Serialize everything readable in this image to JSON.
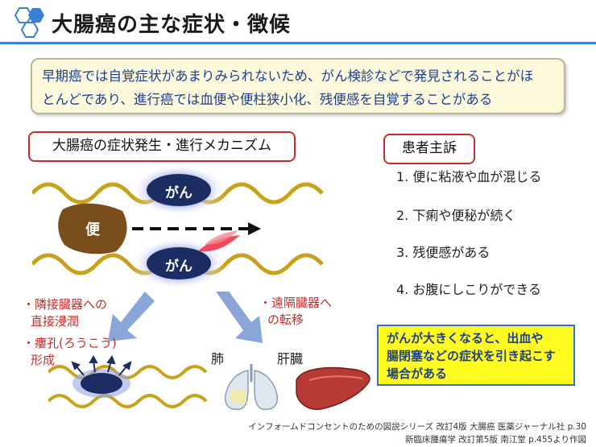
{
  "title": "大腸癌の主な症状・徴候",
  "summary": {
    "line1": "早期癌では自覚症状があまりみられないため、がん検診などで発見されることがほ",
    "line2": "とんどであり、進行癌では血便や便柱狭小化、残便感を自覚することがある"
  },
  "mechanism": {
    "heading": "大腸癌の症状発生・進行メカニズム",
    "cancer_label": "がん",
    "stool_label": "便",
    "invasion_1": "・隣接臓器への",
    "invasion_2": "直接浸潤",
    "fistula_1": "・瘻孔(ろうこう)",
    "fistula_2": "形成",
    "metastasis_1": "・遠隔臓器へ",
    "metastasis_2": "の転移",
    "lung_label": "肺",
    "liver_label": "肝臓"
  },
  "patient": {
    "heading": "患者主訴",
    "symptoms": [
      "1.  便に粘液や血が混じる",
      "2.  下痢や便秘が続く",
      "3.  残便感がある",
      "4.  お腹にしこりができる"
    ]
  },
  "note": {
    "line1": "がんが大きくなると、出血や",
    "line2": "腸閉塞などの症状を引き起こす",
    "line3": "場合がある"
  },
  "citation": {
    "line1": "インフォームドコンセントのための図説シリーズ 改訂4版 大腸癌 医薬ジャーナル社 p.30",
    "line2": "新臨床腫瘍学 改訂第5版 南江堂 p.455より作図"
  },
  "colors": {
    "accent": "#3a7fd5",
    "red": "#c62c2c",
    "navy": "#1b2d63",
    "wave": "#c9a21c",
    "note_bg": "#fffb1e"
  }
}
